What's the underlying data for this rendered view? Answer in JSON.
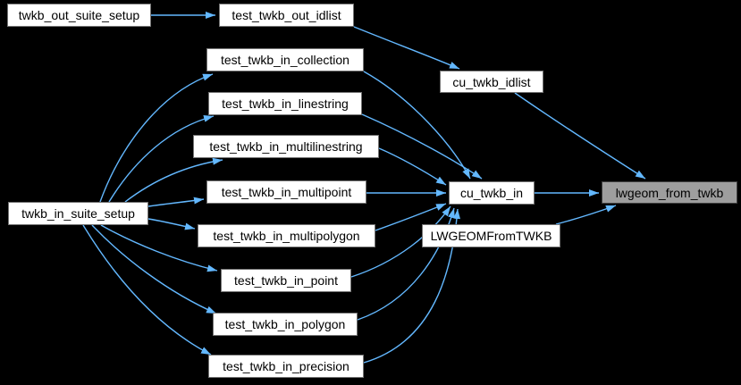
{
  "diagram": {
    "kind": "doxygen-call-graph",
    "background_color": "#000000",
    "edge_color": "#63b8ff",
    "node_fill": "#ffffff",
    "node_border": "#747474",
    "node_text": "#000000",
    "highlight_fill": "#9e9e9e",
    "highlight_border": "#3f3f3f"
  },
  "nodes": [
    {
      "id": "twkb_out_suite_setup",
      "label": "twkb_out_suite_setup",
      "highlighted": false
    },
    {
      "id": "test_twkb_out_idlist",
      "label": "test_twkb_out_idlist",
      "highlighted": false
    },
    {
      "id": "test_twkb_in_collection",
      "label": "test_twkb_in_collection",
      "highlighted": false
    },
    {
      "id": "cu_twkb_idlist",
      "label": "cu_twkb_idlist",
      "highlighted": false
    },
    {
      "id": "test_twkb_in_linestring",
      "label": "test_twkb_in_linestring",
      "highlighted": false
    },
    {
      "id": "test_twkb_in_multilinestring",
      "label": "test_twkb_in_multilinestring",
      "highlighted": false
    },
    {
      "id": "test_twkb_in_multipoint",
      "label": "test_twkb_in_multipoint",
      "highlighted": false
    },
    {
      "id": "twkb_in_suite_setup",
      "label": "twkb_in_suite_setup",
      "highlighted": false
    },
    {
      "id": "test_twkb_in_multipolygon",
      "label": "test_twkb_in_multipolygon",
      "highlighted": false
    },
    {
      "id": "test_twkb_in_point",
      "label": "test_twkb_in_point",
      "highlighted": false
    },
    {
      "id": "test_twkb_in_polygon",
      "label": "test_twkb_in_polygon",
      "highlighted": false
    },
    {
      "id": "test_twkb_in_precision",
      "label": "test_twkb_in_precision",
      "highlighted": false
    },
    {
      "id": "cu_twkb_in",
      "label": "cu_twkb_in",
      "highlighted": false
    },
    {
      "id": "LWGEOMFromTWKB",
      "label": "LWGEOMFromTWKB",
      "highlighted": false
    },
    {
      "id": "lwgeom_from_twkb",
      "label": "lwgeom_from_twkb",
      "highlighted": true
    }
  ],
  "edges": [
    {
      "from": "twkb_out_suite_setup",
      "to": "test_twkb_out_idlist"
    },
    {
      "from": "test_twkb_out_idlist",
      "to": "cu_twkb_idlist"
    },
    {
      "from": "cu_twkb_idlist",
      "to": "lwgeom_from_twkb"
    },
    {
      "from": "twkb_in_suite_setup",
      "to": "test_twkb_in_collection"
    },
    {
      "from": "twkb_in_suite_setup",
      "to": "test_twkb_in_linestring"
    },
    {
      "from": "twkb_in_suite_setup",
      "to": "test_twkb_in_multilinestring"
    },
    {
      "from": "twkb_in_suite_setup",
      "to": "test_twkb_in_multipoint"
    },
    {
      "from": "twkb_in_suite_setup",
      "to": "test_twkb_in_multipolygon"
    },
    {
      "from": "twkb_in_suite_setup",
      "to": "test_twkb_in_point"
    },
    {
      "from": "twkb_in_suite_setup",
      "to": "test_twkb_in_polygon"
    },
    {
      "from": "twkb_in_suite_setup",
      "to": "test_twkb_in_precision"
    },
    {
      "from": "test_twkb_in_collection",
      "to": "cu_twkb_in"
    },
    {
      "from": "test_twkb_in_linestring",
      "to": "cu_twkb_in"
    },
    {
      "from": "test_twkb_in_multilinestring",
      "to": "cu_twkb_in"
    },
    {
      "from": "test_twkb_in_multipoint",
      "to": "cu_twkb_in"
    },
    {
      "from": "test_twkb_in_multipolygon",
      "to": "cu_twkb_in"
    },
    {
      "from": "test_twkb_in_point",
      "to": "cu_twkb_in"
    },
    {
      "from": "test_twkb_in_polygon",
      "to": "cu_twkb_in"
    },
    {
      "from": "test_twkb_in_precision",
      "to": "cu_twkb_in"
    },
    {
      "from": "cu_twkb_in",
      "to": "lwgeom_from_twkb"
    },
    {
      "from": "LWGEOMFromTWKB",
      "to": "lwgeom_from_twkb"
    }
  ]
}
